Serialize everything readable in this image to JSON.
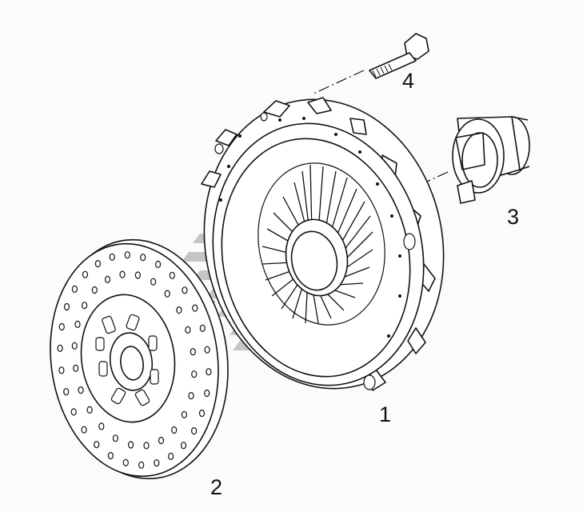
{
  "callouts": {
    "pressure_plate": "1",
    "clutch_disc": "2",
    "release_bearing": "3",
    "bolt": "4"
  },
  "colors": {
    "line": "#111111",
    "fill": "#ffffff",
    "watermark": "#9a9a9a",
    "background": "#fbfbfb"
  }
}
